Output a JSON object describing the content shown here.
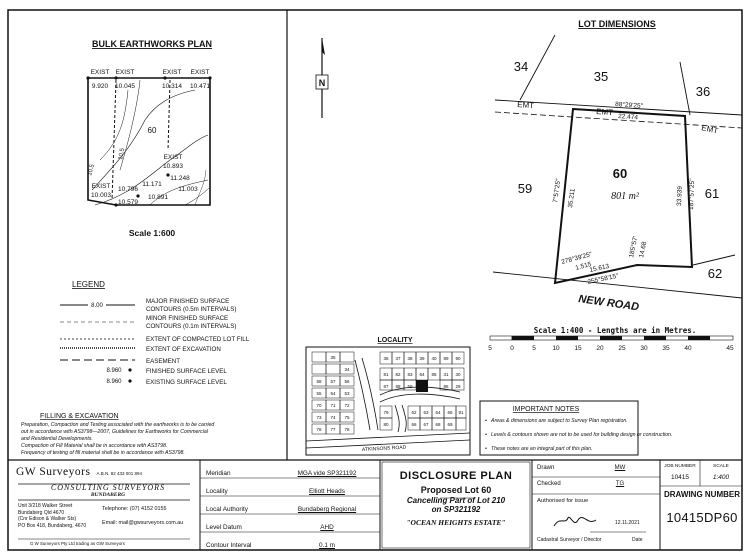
{
  "earthworks": {
    "title": "BULK EARTHWORKS PLAN",
    "scale": "Scale 1:600",
    "lot": "60",
    "exist": "EXIST",
    "levels_top": [
      "9.920",
      "10.045",
      "10.314",
      "10.471"
    ],
    "level_mid": "10.893",
    "level_mid2": "11.248",
    "levels_left": [
      "10.003",
      "10.796",
      "11.171",
      "11.003"
    ],
    "levels_bottom": [
      "10.579",
      "10.891"
    ],
    "contour_labels": [
      "10.5",
      "10.5"
    ]
  },
  "lot_dimensions": {
    "title": "LOT DIMENSIONS",
    "north": "N",
    "lot_number": "60",
    "area": "801 m²",
    "neighbours": [
      "34",
      "35",
      "36",
      "59",
      "61",
      "62"
    ],
    "emt": [
      "EMT",
      "EMT",
      "EMT"
    ],
    "bearing_top": "88°29'25\"",
    "dist_top": "22.474",
    "bearing_left": "7°57'25\"",
    "dist_left": "35.211",
    "bearing_right": "33.939",
    "dist_right": "187°57'25\"",
    "bearing_arc": "278°39'25\"",
    "dist_arc": "1.515",
    "bearing_bottom": "15.613",
    "dist_bottom": "255°58'15\"",
    "bearing_side": "185°57'",
    "dist_side": "14.68",
    "road": "NEW ROAD",
    "scale_text": "Scale 1:400 - Lengths are in Metres.",
    "scale_ticks": [
      "5",
      "0",
      "5",
      "10",
      "15",
      "20",
      "25",
      "30",
      "35",
      "40",
      "45"
    ]
  },
  "legend": {
    "title": "LEGEND",
    "items": [
      {
        "sym": "8.00",
        "text": "MAJOR FINISHED SURFACE"
      },
      {
        "sym": "",
        "text": "CONTOURS (0.5m INTERVALS)"
      },
      {
        "sym": "",
        "text": "MINOR FINISHED SURFACE"
      },
      {
        "sym": "",
        "text": "CONTOURS (0.1m INTERVALS)"
      },
      {
        "sym": "",
        "text": "EXTENT OF COMPACTED LOT FILL"
      },
      {
        "sym": "",
        "text": "EXTENT OF EXCAVATION"
      },
      {
        "sym": "",
        "text": "EASEMENT"
      },
      {
        "sym": "8.960",
        "text": "FINISHED SURFACE LEVEL"
      },
      {
        "sym": "8.960",
        "text": "EXISTING SURFACE LEVEL"
      }
    ]
  },
  "filling": {
    "title": "FILLING & EXCAVATION",
    "lines": [
      "Preparation, Compaction and Testing associated with the earthworks is to be carried",
      "out in accordance with AS3798—2007, Guidelines for Earthworks for Commercial",
      "and Residential Developments.",
      "Compaction of Fill Material shall be in accordance with AS3798.",
      "Frequency of testing of fill material shall be in accordance with AS3798."
    ]
  },
  "locality": {
    "title": "LOCALITY",
    "road": "ATKINSONS ROAD",
    "lots": [
      "35",
      "34",
      "36",
      "37",
      "38",
      "39",
      "40",
      "58",
      "57",
      "56",
      "55",
      "54",
      "53",
      "31",
      "30",
      "29",
      "59",
      "62",
      "63",
      "64",
      "65",
      "66",
      "67",
      "68",
      "69",
      "70",
      "71",
      "72",
      "73",
      "74",
      "75",
      "76",
      "77",
      "78",
      "79",
      "80",
      "81",
      "82",
      "83",
      "84",
      "85",
      "86",
      "87",
      "88",
      "89",
      "90",
      "91"
    ]
  },
  "notes": {
    "title": "IMPORTANT NOTES",
    "items": [
      "Areas & dimensions are subject to Survey Plan registration.",
      "Levels & contours shown are not to be used for building design or construction.",
      "These notes are an integral part of this plan."
    ]
  },
  "company": {
    "name": "GW Surveyors",
    "abn": "A.B.N. 82 433 001 894",
    "consult": "CONSULTING SURVEYORS",
    "city": "BUNDABERG",
    "addr1": "Unit 3/218 Walker Street",
    "addr2": "Bundaberg Qld 4670",
    "addr3": "(Cnr Edison & Walker Sts)",
    "addr4": "PO Box 418, Bundaberg, 4670",
    "phone_label": "Telephone:",
    "phone": "(07) 4152 0155",
    "email_label": "Email:",
    "email": "mail@gwsurveyors.com.au",
    "footer": "G W Surveyors Pty Ltd trading as GW Surveyors"
  },
  "info": [
    {
      "label": "Meridian",
      "value": "MGA vide SP321192"
    },
    {
      "label": "Locality",
      "value": "Elliott Heads"
    },
    {
      "label": "Local Authority",
      "value": "Bundaberg Regional"
    },
    {
      "label": "Level Datum",
      "value": "AHD"
    },
    {
      "label": "Contour Interval",
      "value": "0.1 m"
    }
  ],
  "disclosure": {
    "title": "DISCLOSURE PLAN",
    "lot": "Proposed Lot 60",
    "cancel": "Cancelling Part of Lot 210",
    "on": "on SP321192",
    "estate": "\"OCEAN HEIGHTS ESTATE\""
  },
  "approval": {
    "drawn_label": "Drawn",
    "drawn": "MW",
    "checked_label": "Checked",
    "checked": "TG",
    "auth": "Authorised for issue",
    "date": "12.11.2021",
    "sig_label": "Cadastral Surveyor / Director",
    "date_label": "Date"
  },
  "job": {
    "job_label": "JOB NUMBER",
    "job": "10415",
    "scale_label": "SCALE",
    "scale": "1:400",
    "drawing_label": "DRAWING NUMBER",
    "drawing": "10415DP60"
  }
}
